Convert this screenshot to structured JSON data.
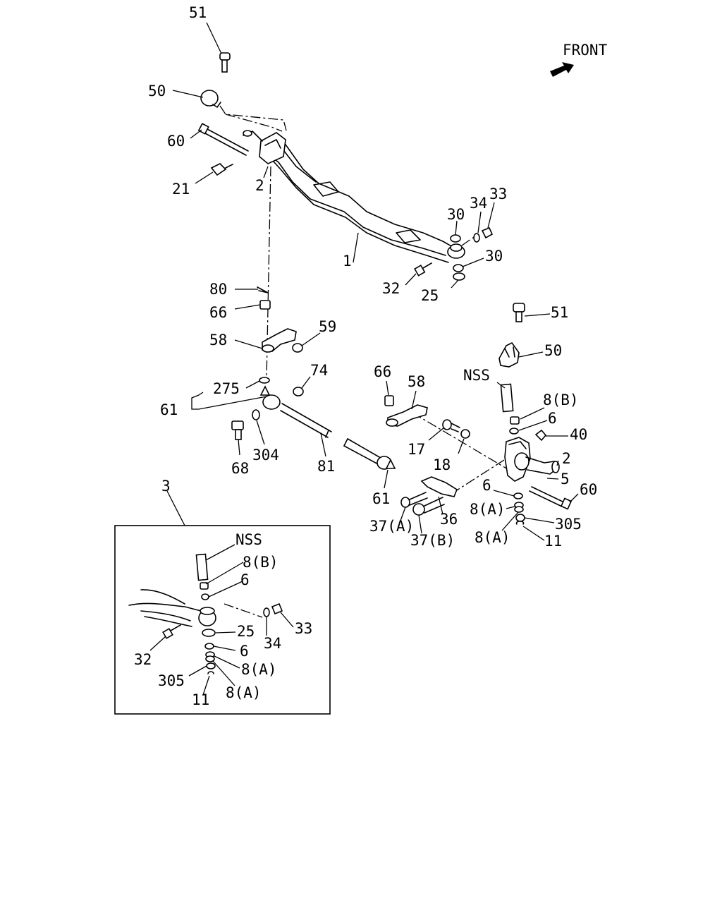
{
  "front_label": "FRONT",
  "inset": {
    "label": "3"
  },
  "callouts": {
    "c51a": "51",
    "c50a": "50",
    "c60a": "60",
    "c21": "21",
    "c2a": "2",
    "c1": "1",
    "c30a": "30",
    "c34a": "34",
    "c33a": "33",
    "c30b": "30",
    "c32a": "32",
    "c25a": "25",
    "c80": "80",
    "c66a": "66",
    "c58a": "58",
    "c59": "59",
    "c74": "74",
    "c275": "275",
    "c61a": "61",
    "c68": "68",
    "c304": "304",
    "c81": "81",
    "c66b": "66",
    "c58b": "58",
    "c17": "17",
    "c18": "18",
    "c61b": "61",
    "c51b": "51",
    "c50b": "50",
    "cNSSa": "NSS",
    "c8Ba": "8(B)",
    "c6a": "6",
    "c40": "40",
    "c2b": "2",
    "c5": "5",
    "c6b": "6",
    "c60b": "60",
    "c8Aa": "8(A)",
    "c305a": "305",
    "c8Ab": "8(A)",
    "c11a": "11",
    "c36": "36",
    "c37A": "37(A)",
    "c37B": "37(B)",
    "cNSSb": "NSS",
    "c8Bb": "8(B)",
    "c6c": "6",
    "c25b": "25",
    "c34b": "34",
    "c33b": "33",
    "c32b": "32",
    "c6d": "6",
    "c8Ac": "8(A)",
    "c305b": "305",
    "c8Ad": "8(A)",
    "c11b": "11"
  }
}
